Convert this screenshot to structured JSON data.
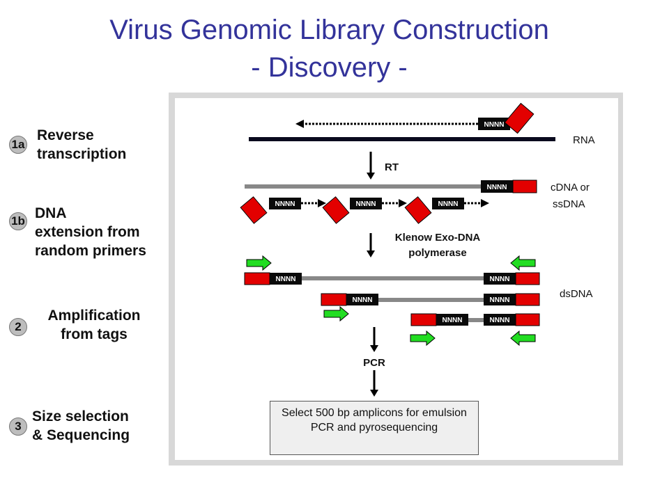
{
  "title_line1": "Virus Genomic Library Construction",
  "title_line2": "- Discovery -",
  "steps": [
    {
      "badge": "1a",
      "label": "Reverse\ntranscription"
    },
    {
      "badge": "1b",
      "label": "DNA\nextension from\nrandom primers"
    },
    {
      "badge": "2",
      "label": "Amplification\nfrom tags"
    },
    {
      "badge": "3",
      "label": "Size selection\n& Sequencing"
    }
  ],
  "labels": {
    "rna": "RNA",
    "cdna_line1": "cDNA or",
    "cdna_line2": "ssDNA",
    "dsdna": "dsDNA",
    "rt": "RT",
    "klenow_line1": "Klenow Exo-DNA",
    "klenow_line2": "polymerase",
    "pcr": "PCR",
    "tag": "NNNN"
  },
  "box_text": "Select 500 bp amplicons for emulsion PCR and pyrosequencing",
  "colors": {
    "title": "#33339a",
    "tag_red": "#e30000",
    "primer_green": "#22dd22",
    "strand_gray": "#888888",
    "rna_black": "#0a0a1e"
  }
}
